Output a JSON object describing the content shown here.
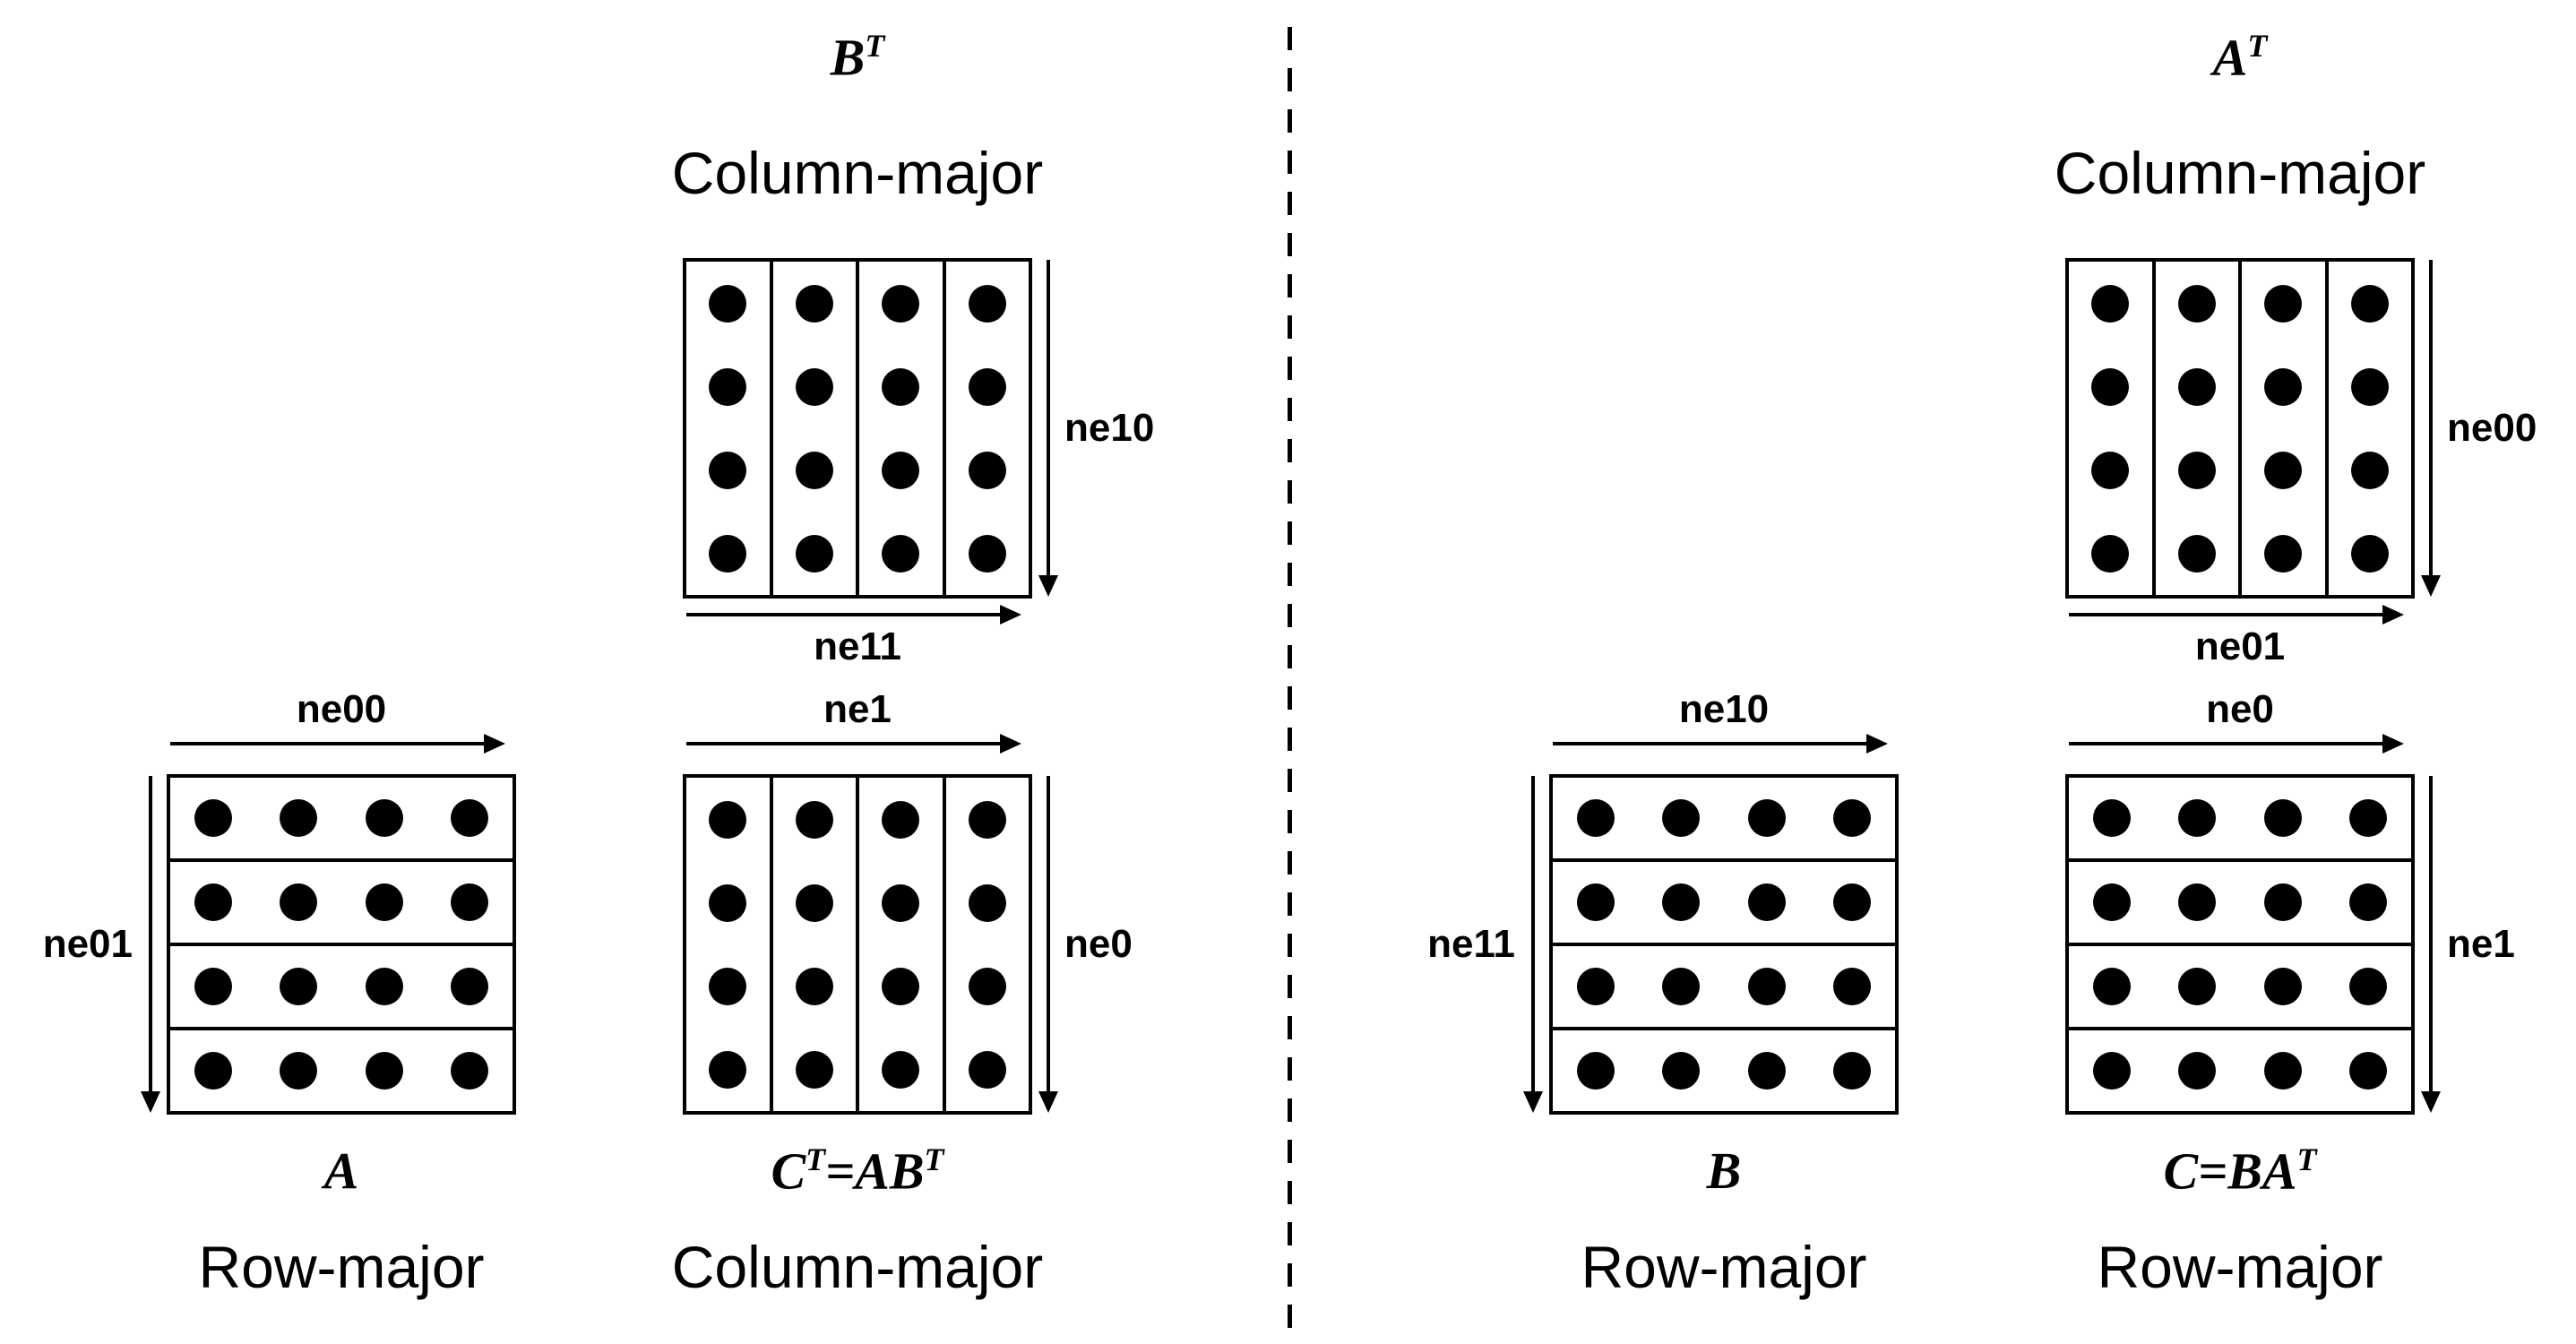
{
  "colors": {
    "ink": "#000000",
    "background": "#ffffff"
  },
  "panels": [
    {
      "top": {
        "title": "B^T",
        "layout": "Column-major",
        "matrix": {
          "orientation": "column",
          "rows": 4,
          "cols": 4
        },
        "side_label": "ne10",
        "bottom_label": "ne11"
      },
      "left": {
        "title": "A",
        "layout": "Row-major",
        "matrix": {
          "orientation": "row",
          "rows": 4,
          "cols": 4
        },
        "top_label": "ne00",
        "side_label": "ne01"
      },
      "result": {
        "title": "C^T=AB^T",
        "layout": "Column-major",
        "matrix": {
          "orientation": "column",
          "rows": 4,
          "cols": 4
        },
        "top_label": "ne1",
        "side_label": "ne0"
      }
    },
    {
      "top": {
        "title": "A^T",
        "layout": "Column-major",
        "matrix": {
          "orientation": "column",
          "rows": 4,
          "cols": 4
        },
        "side_label": "ne00",
        "bottom_label": "ne01"
      },
      "left": {
        "title": "B",
        "layout": "Row-major",
        "matrix": {
          "orientation": "row",
          "rows": 4,
          "cols": 4
        },
        "top_label": "ne10",
        "side_label": "ne11"
      },
      "result": {
        "title": "C=BA^T",
        "layout": "Row-major",
        "matrix": {
          "orientation": "row",
          "rows": 4,
          "cols": 4
        },
        "top_label": "ne0",
        "side_label": "ne1"
      }
    }
  ]
}
